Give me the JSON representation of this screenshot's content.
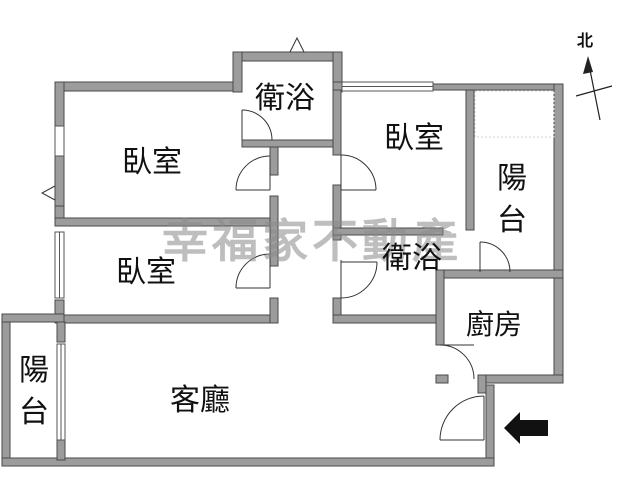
{
  "rooms": {
    "bedroom_top_left": "臥室",
    "bathroom_top": "衛浴",
    "bedroom_top_right": "臥室",
    "balcony_right_1": "陽",
    "balcony_right_2": "台",
    "bedroom_middle_left": "臥室",
    "bathroom_middle": "衛浴",
    "kitchen": "廚房",
    "balcony_left_1": "陽",
    "balcony_left_2": "台",
    "living_room": "客廳"
  },
  "compass": {
    "north_label": "北"
  },
  "watermark": "幸福家不動產",
  "entrance": {
    "icon": "entrance-arrow-icon"
  },
  "colors": {
    "wall": "#9a9a9a",
    "wall_edge": "#555555",
    "text": "#111111",
    "watermark": "#8a8a8a"
  }
}
